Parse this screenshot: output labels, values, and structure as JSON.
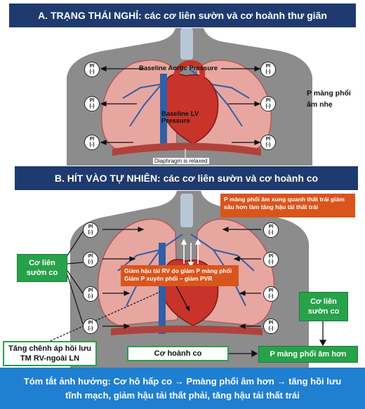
{
  "panel_a": {
    "title": "A.  TRẠNG THÁI NGHỈ: các cơ liên sườn và cơ hoành thư giãn",
    "baseline_aortic": "Baseline Aortic Pressure",
    "baseline_lv_line1": "Baseline LV",
    "baseline_lv_line2": "Pressure",
    "diaphragm": "Diaphragm is relaxed",
    "p_label_line1": "P màng phổi",
    "p_label_line2": "âm nhẹ",
    "pl_top": "Pl",
    "pl_bottom": "(-)"
  },
  "panel_b": {
    "title": "B. HÍT VÀO TỰ NHIÊN: các cơ liên sườn và cơ hoành co",
    "orange_top": "P màng phổi âm xung quanh thất trái giảm sâu hơn làm tăng hậu tải thất trái",
    "orange_mid_line1": "Giảm hậu tải RV do giảm P màng phổi",
    "orange_mid_line2": "Giảm P xuyên phổi – giảm PVR",
    "intercostal_left_line1": "Cơ liên",
    "intercostal_left_line2": "sườn co",
    "intercostal_right_line1": "Cơ liên",
    "intercostal_right_line2": "sườn co",
    "venous_line1": "Tăng chênh áp hồi lưu",
    "venous_line2": "TM RV-ngoài LN",
    "diaphragm_contract": "Cơ hoành co",
    "more_negative": "P màng phổi âm hơn"
  },
  "summary": {
    "line1": "Tóm tắt ảnh hưởng: Cơ hô hấp co → Pmàng phổi âm hơn → tăng hồi lưu",
    "line2": "tĩnh mạch, giảm hậu tải thất phải, tăng hậu tải thất trái"
  },
  "colors": {
    "title_bg": "#1f3a6e",
    "summary_bg": "#1f7fd0",
    "green": "#27a24a",
    "orange": "#d9551c",
    "body_gray": "#8c8c8c",
    "lung_pink": "#e8a6a0"
  }
}
